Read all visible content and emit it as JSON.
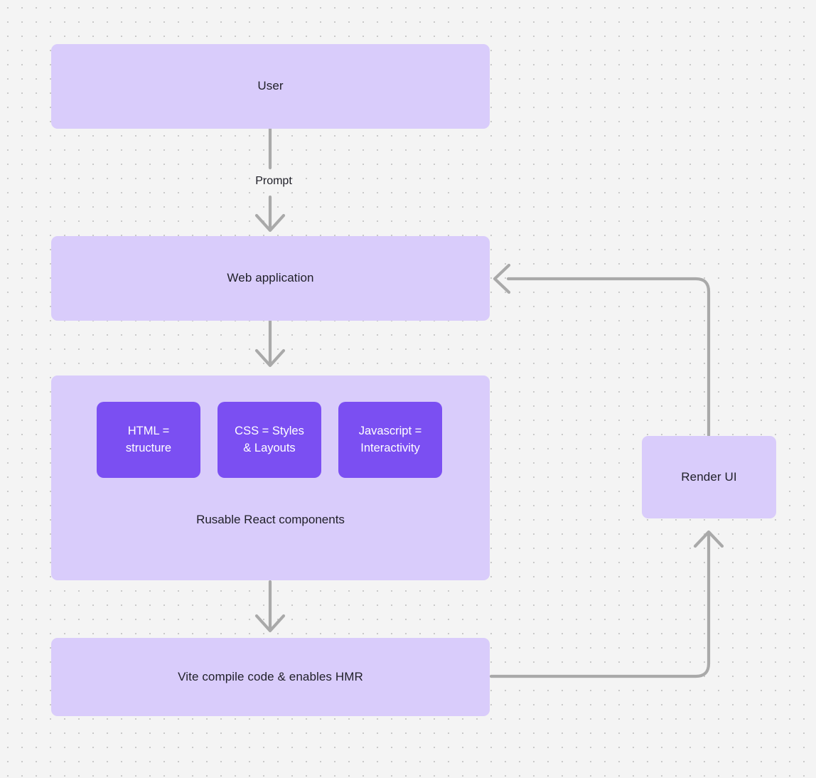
{
  "diagram": {
    "background_color": "#f4f4f4",
    "dot_color": "#c9c9c9",
    "node_color": "#d9ccfb",
    "chip_color": "#7b4ff2",
    "edge_color": "#a9a9a9",
    "text_color": "#1f1f28"
  },
  "nodes": {
    "user": {
      "label": "User"
    },
    "web_application": {
      "label": "Web application"
    },
    "components_group": {
      "caption": "Rusable React components"
    },
    "vite": {
      "label": "Vite compile code & enables HMR"
    },
    "render_ui": {
      "label": "Render UI"
    }
  },
  "chips": [
    {
      "label": "HTML =\nstructure",
      "line1": "HTML =",
      "line2": "structure"
    },
    {
      "label": "CSS = Styles\n& Layouts",
      "line1": "CSS = Styles",
      "line2": "& Layouts"
    },
    {
      "label": "Javascript =\nInteractivity",
      "line1": "Javascript =",
      "line2": "Interactivity"
    }
  ],
  "edges": [
    {
      "name": "user-to-web-application",
      "label": "Prompt"
    },
    {
      "name": "web-application-to-components",
      "label": ""
    },
    {
      "name": "components-to-vite",
      "label": ""
    },
    {
      "name": "vite-to-render-ui",
      "label": ""
    },
    {
      "name": "render-ui-to-web-application",
      "label": ""
    }
  ]
}
